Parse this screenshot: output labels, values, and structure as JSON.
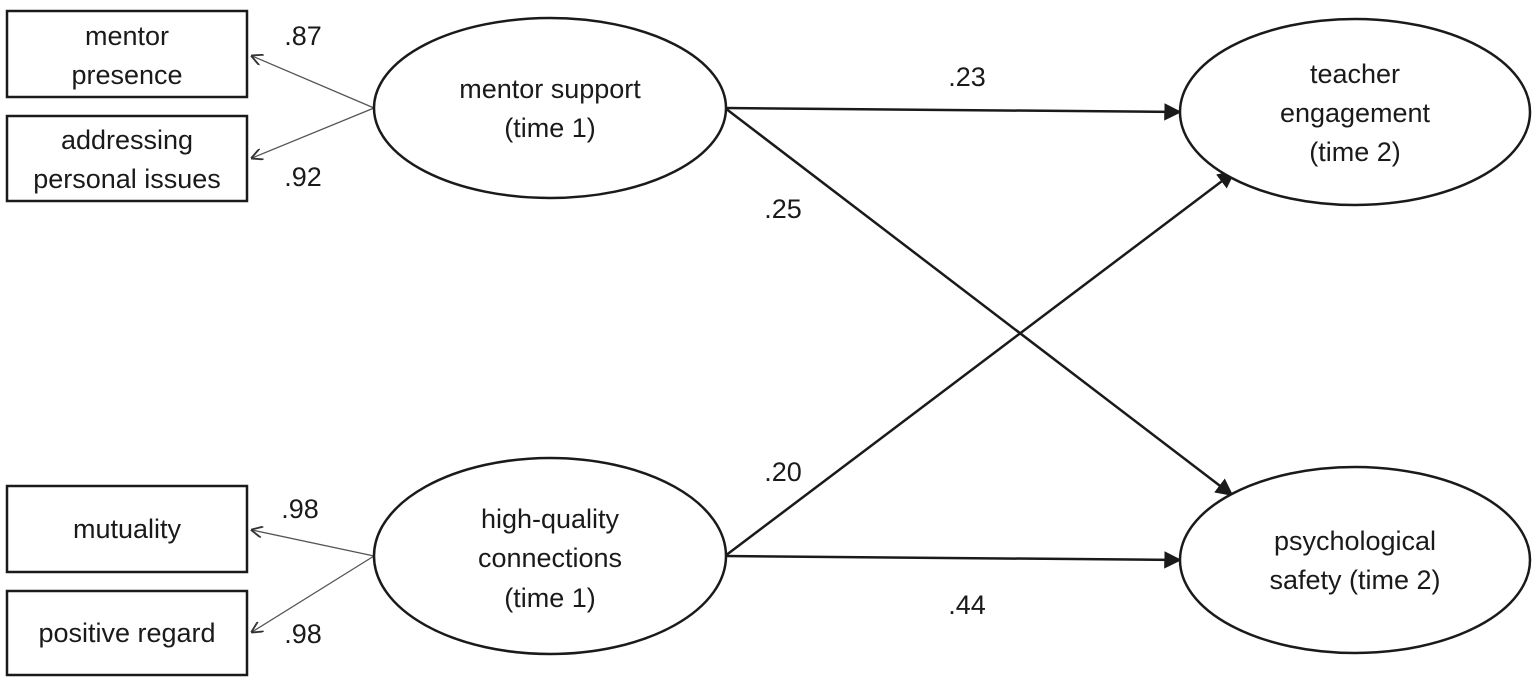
{
  "indicators": {
    "mentor_presence": [
      "mentor",
      "presence"
    ],
    "addressing_personal_issues": [
      "addressing",
      "personal issues"
    ],
    "mutuality": [
      "mutuality"
    ],
    "positive_regard": [
      "positive regard"
    ]
  },
  "latents": {
    "mentor_support": [
      "mentor support",
      "(time 1)"
    ],
    "high_quality_connections": [
      "high-quality",
      "connections",
      "(time 1)"
    ],
    "teacher_engagement": [
      "teacher",
      "engagement",
      "(time 2)"
    ],
    "psychological_safety": [
      "psychological",
      "safety (time 2)"
    ]
  },
  "loadings": {
    "mentor_presence": ".87",
    "addressing_personal_issues": ".92",
    "mutuality": ".98",
    "positive_regard": ".98"
  },
  "paths": {
    "support_to_engagement": ".23",
    "support_to_safety": ".25",
    "connections_to_engagement": ".20",
    "connections_to_safety": ".44"
  }
}
